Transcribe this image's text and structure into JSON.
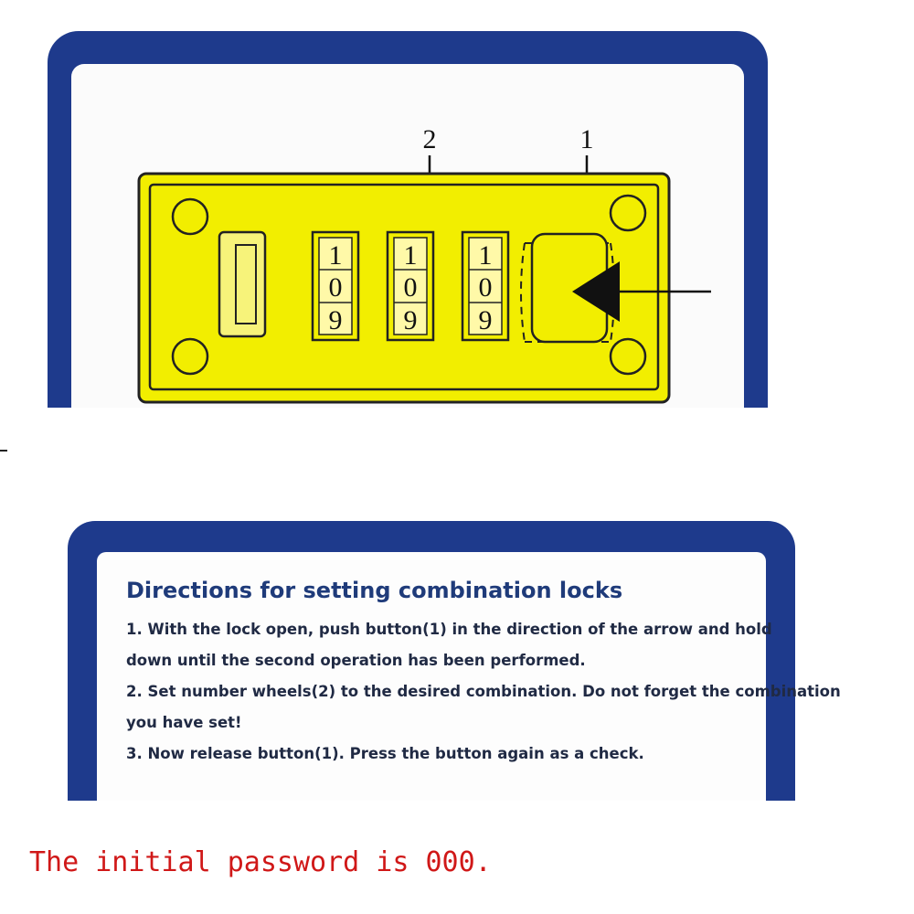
{
  "diagram": {
    "callout_button": "1",
    "callout_wheels": "2",
    "wheels": [
      {
        "top": "1",
        "middle": "0",
        "bottom": "9"
      },
      {
        "top": "1",
        "middle": "0",
        "bottom": "9"
      },
      {
        "top": "1",
        "middle": "0",
        "bottom": "9"
      }
    ],
    "colors": {
      "plate": "#f2ee00",
      "frame": "#1e3a8c",
      "ink": "#111111"
    },
    "icons": [
      "lock-plate",
      "number-wheel",
      "push-button",
      "arrow-left-icon",
      "mount-hole"
    ]
  },
  "instructions": {
    "title": "Directions for setting combination locks",
    "lines": [
      "1. With the lock open, push button(1) in the direction of the arrow and hold",
      "down until the second operation has been performed.",
      "2. Set number wheels(2) to the desired combination. Do not forget the combination",
      "you have set!",
      "3. Now release button(1). Press the button again as a check."
    ]
  },
  "footer": {
    "note": "The initial password is 000.",
    "color": "#d01818"
  }
}
